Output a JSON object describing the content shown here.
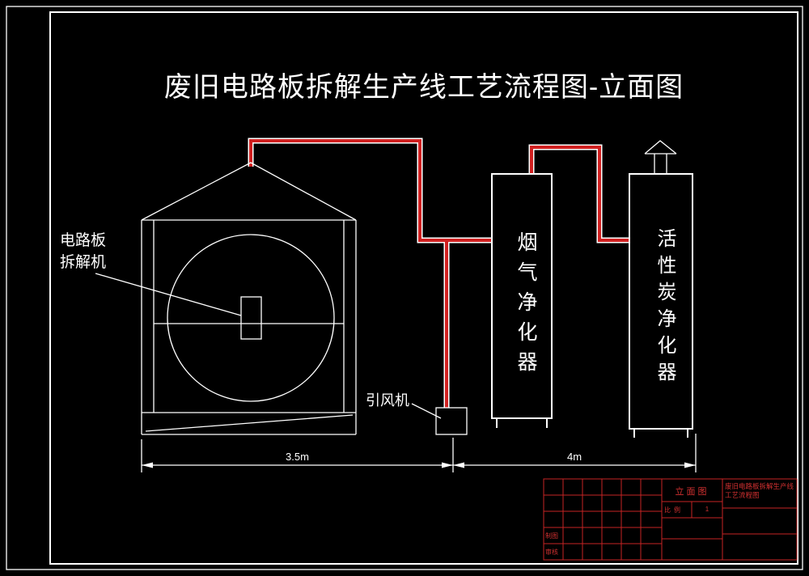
{
  "title": "废旧电路板拆解生产线工艺流程图-立面图",
  "labels": {
    "dismantler": "电路板\n拆解机",
    "fan": "引风机",
    "tower1": "烟气净化器",
    "tower2": "活性炭净化器"
  },
  "dimensions": {
    "left": "3.5m",
    "right": "4m"
  },
  "titleblock": {
    "view_name": "立面图",
    "project": "废旧电路板拆解生产线\n工艺流程图",
    "scale_label": "比例",
    "scale_value": "1",
    "drafter_label": "制图",
    "checker_label": "审核"
  },
  "colors": {
    "background": "#000000",
    "line": "#ffffff",
    "pipe": "#d02020",
    "titleblock": "#c62424"
  }
}
